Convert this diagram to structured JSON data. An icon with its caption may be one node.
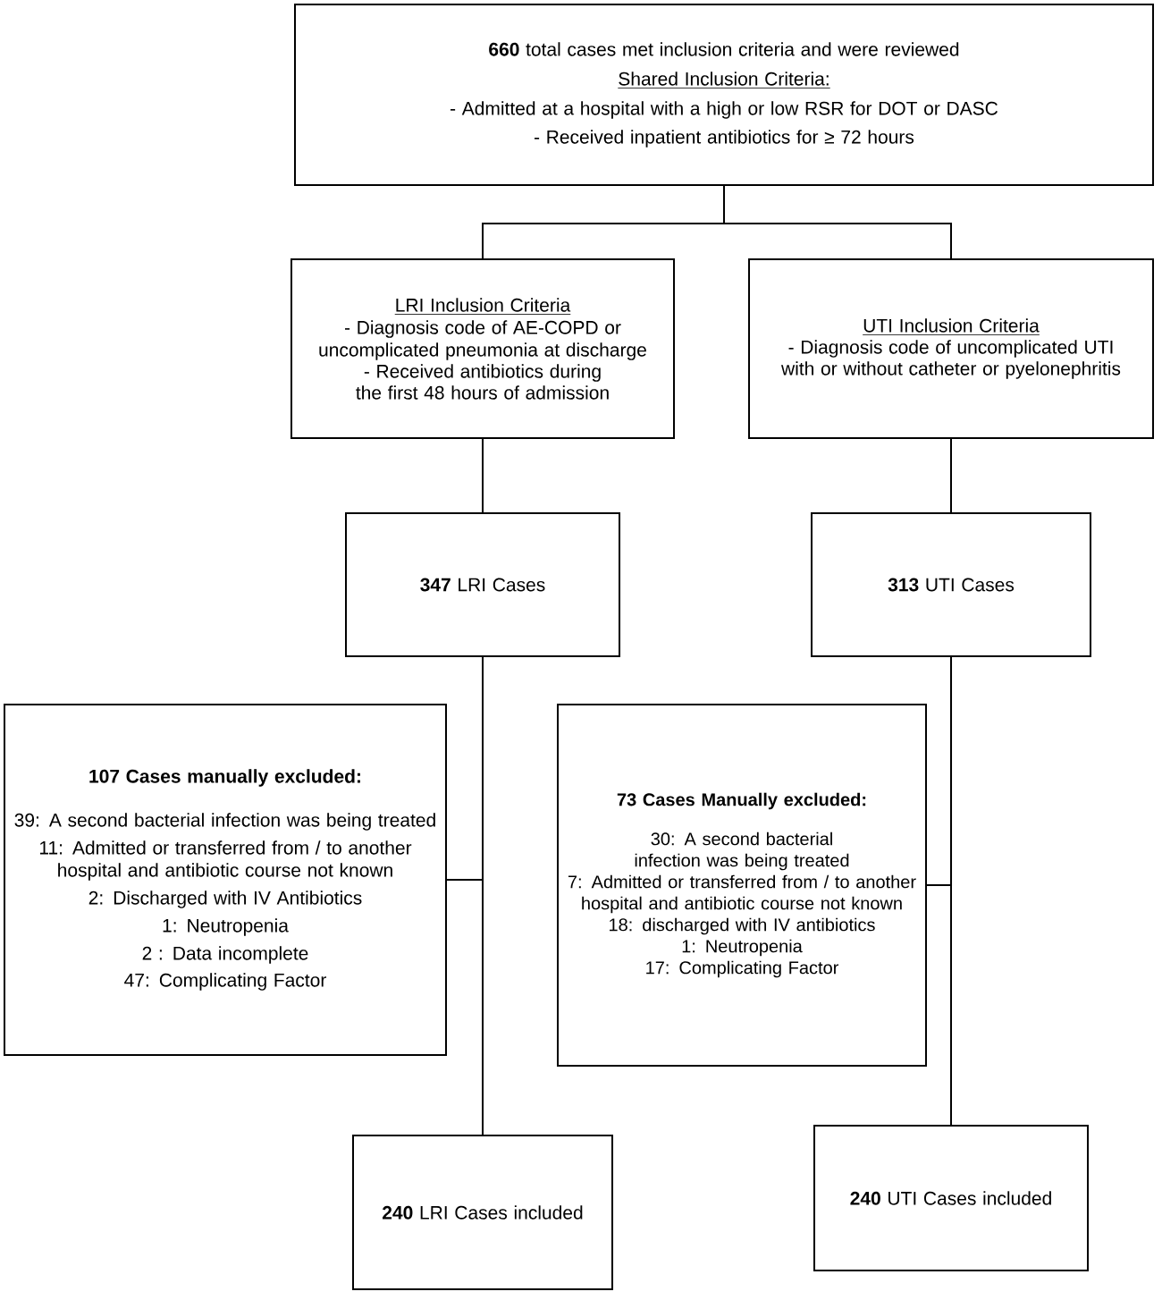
{
  "diagram": {
    "nodes": [
      {
        "text": [
          "**660** total cases met inclusion criteria and were reviewed",
          "Shared Inclusion Criteria:",
          "- Admitted at a hospital with a high or low RSR for DOT or DASC",
          "- Received inpatient antibiotics for ≥ 72 hours"
        ]
      },
      {
        "text": [
          "LRI Inclusion Criteria",
          "- Diagnosis code of AE-COPD or uncomplicated pneumonia at discharge",
          "- Received antibiotics during the first 48 hours of admission"
        ]
      },
      {
        "text": [
          "UTI Inclusion Criteria",
          "- Diagnosis code of uncomplicated UTI with or without catheter or pyelonephritis"
        ]
      },
      {
        "text": [
          "**347** LRI Cases"
        ]
      },
      {
        "text": [
          "**313** UTI Cases"
        ]
      },
      {
        "text": [
          "107  Cases manually excluded:",
          "39: A second bacterial infection was being treated",
          "11: Admitted or transferred from / to another hospital and antibiotic course not known",
          "2: Discharged with IV Antibiotics",
          "1: Neutropenia",
          "2 : Data incomplete",
          "47: Complicating Factor"
        ]
      },
      {
        "text": [
          "73 Cases Manually excluded:",
          "30: A second bacterial infection was being treated",
          "7: Admitted or transferred from / to another hospital and antibiotic course not known",
          "18: discharged with IV antibiotics",
          "1: Neutropenia",
          "17: Complicating Factor"
        ]
      },
      {
        "text": [
          "**240** LRI Cases included"
        ]
      },
      {
        "text": [
          "**240** UTI Cases included"
        ]
      }
    ],
    "edges": [
      {
        "from": 0,
        "to": 1,
        "arrow": "none"
      },
      {
        "from": 0,
        "to": 2,
        "arrow": "none"
      },
      {
        "from": 1,
        "to": 3,
        "arrow": "none"
      },
      {
        "from": 2,
        "to": 4,
        "arrow": "none"
      },
      {
        "from": 3,
        "to": 5,
        "arrow": "none"
      },
      {
        "from": 3,
        "to": 7,
        "arrow": "none"
      },
      {
        "from": 4,
        "to": 6,
        "arrow": "none"
      },
      {
        "from": 4,
        "to": 8,
        "arrow": "none"
      }
    ]
  }
}
